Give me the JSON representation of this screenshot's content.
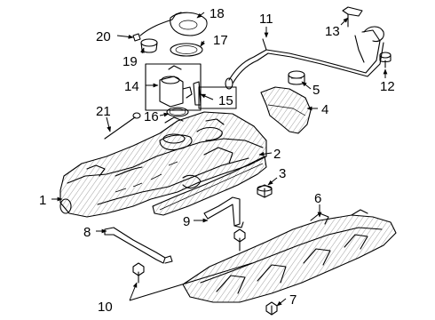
{
  "callouts": {
    "c1": "1",
    "c2": "2",
    "c3": "3",
    "c4": "4",
    "c5": "5",
    "c6": "6",
    "c7": "7",
    "c8": "8",
    "c9": "9",
    "c10": "10",
    "c11": "11",
    "c12": "12",
    "c13": "13",
    "c14": "14",
    "c15": "15",
    "c16": "16",
    "c17": "17",
    "c18": "18",
    "c19": "19",
    "c20": "20",
    "c21": "21"
  }
}
